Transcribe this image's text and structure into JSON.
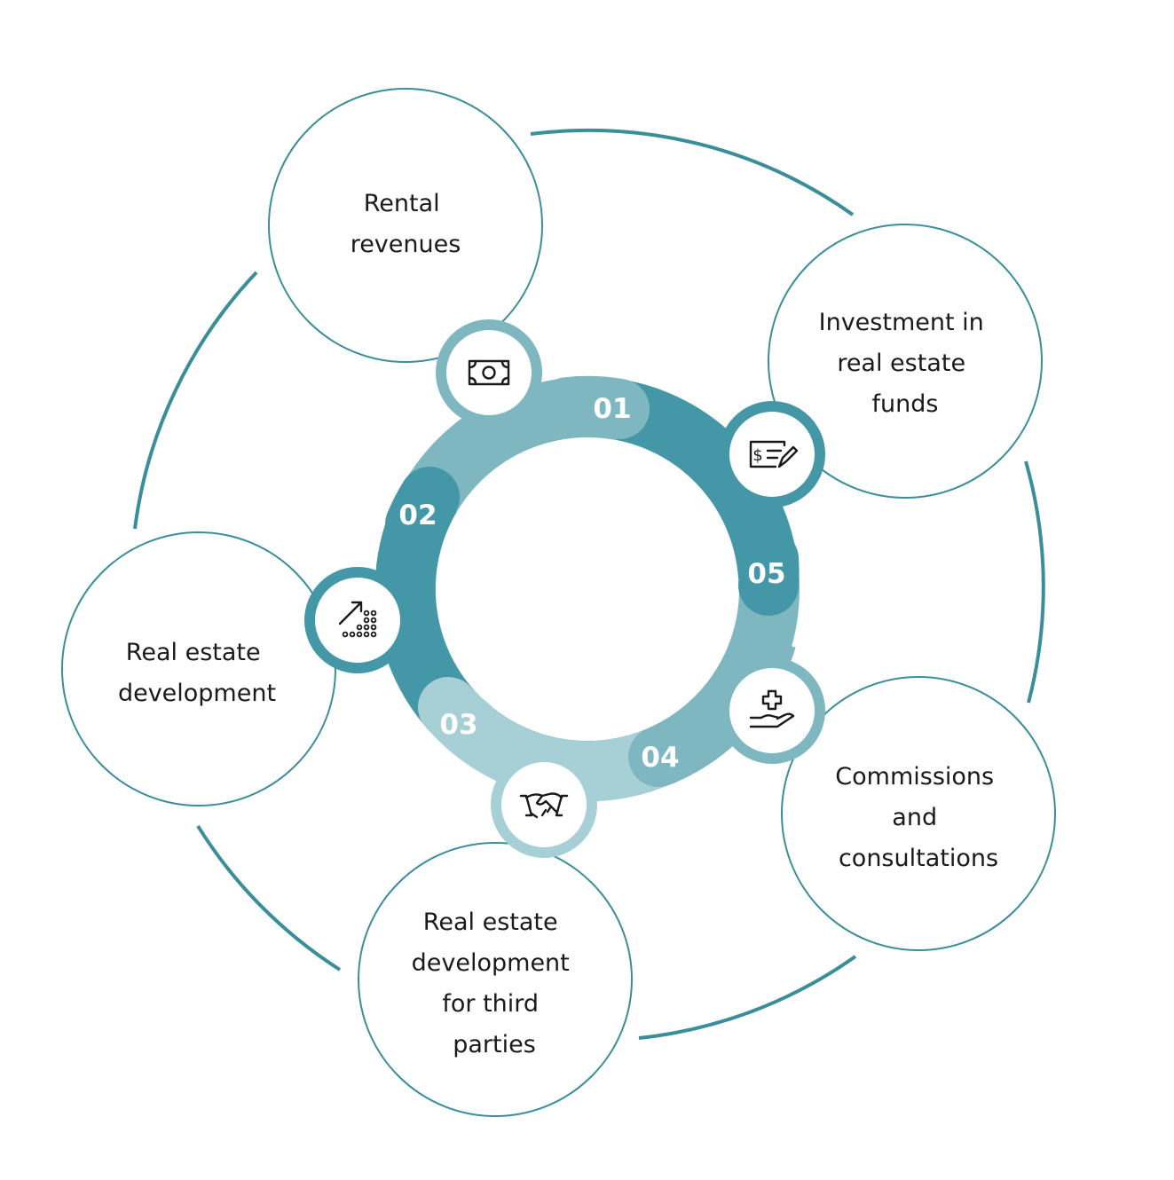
{
  "colors": {
    "dark": "#4397a6",
    "medium": "#7fb7c1",
    "light": "#a7cfd6",
    "outline": "#3a8e9a",
    "text": "#1a1a1a",
    "white": "#ffffff"
  },
  "segments": [
    {
      "number": "01",
      "label": [
        "Rental",
        "revenues"
      ],
      "icon": "banknote-icon",
      "color": "medium"
    },
    {
      "number": "02",
      "label": [
        "Real estate",
        "development"
      ],
      "icon": "growth-chart-icon",
      "color": "dark"
    },
    {
      "number": "03",
      "label": [
        "Real estate",
        "development",
        "for third",
        "parties"
      ],
      "icon": "handshake-icon",
      "color": "light"
    },
    {
      "number": "04",
      "label": [
        "Commissions",
        "and",
        "consultations"
      ],
      "icon": "hand-plus-icon",
      "color": "medium"
    },
    {
      "number": "05",
      "label": [
        "Investment in",
        "real estate",
        "funds"
      ],
      "icon": "check-dollar-icon",
      "color": "dark"
    }
  ]
}
